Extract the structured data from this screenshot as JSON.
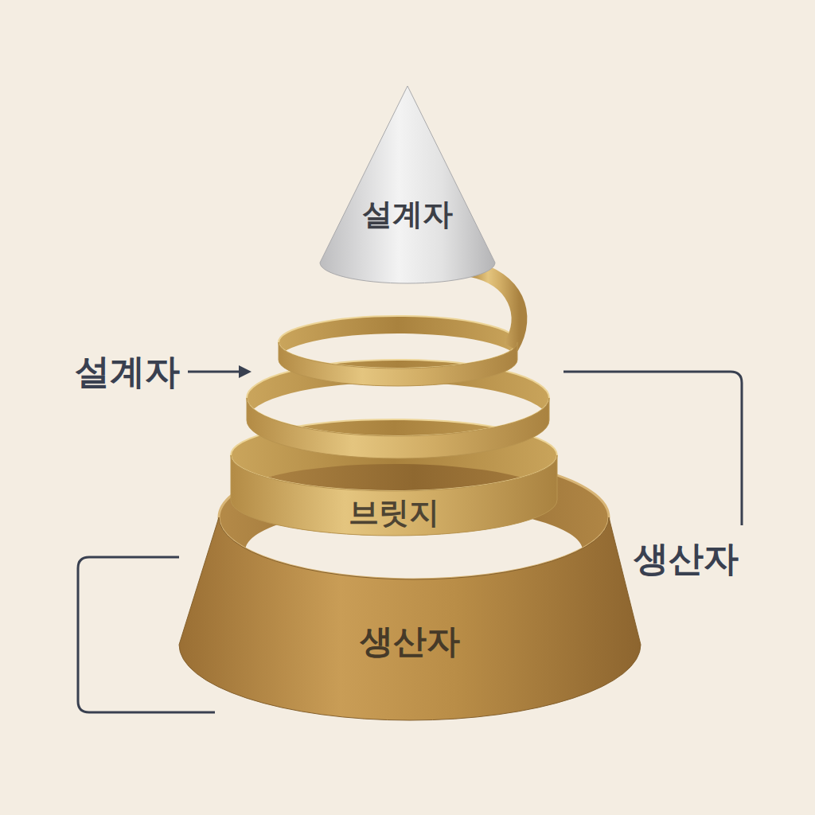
{
  "diagram": {
    "nodes": [
      {
        "text": [
          "설계자"
        ]
      },
      {
        "text": [
          "브릿지"
        ]
      },
      {
        "text": [
          "생산자"
        ]
      }
    ],
    "labels": [
      "설계자",
      "생산자"
    ]
  }
}
